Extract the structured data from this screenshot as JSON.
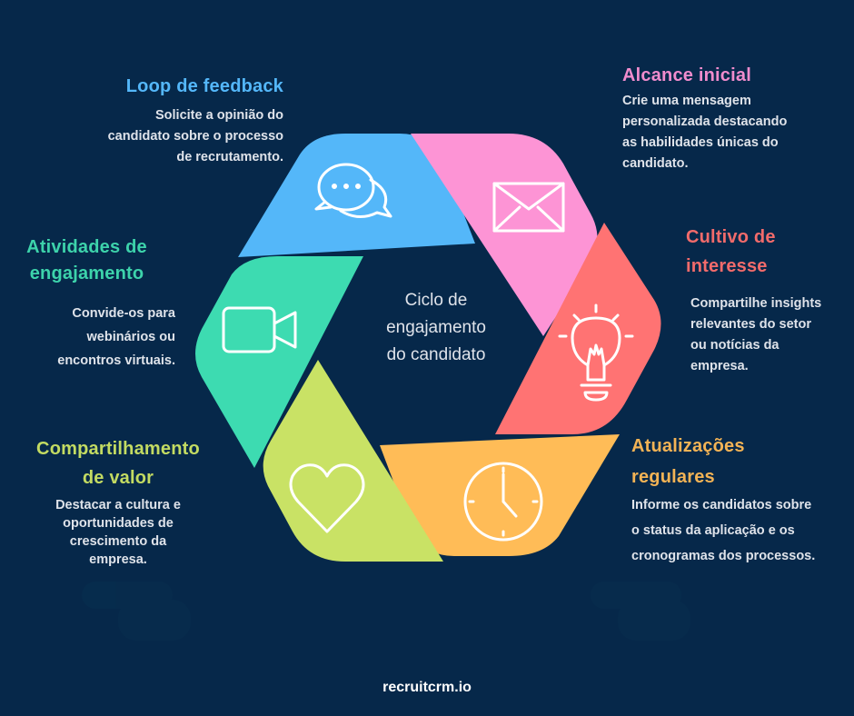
{
  "diagram": {
    "center_title": [
      "Ciclo de",
      "engajamento",
      "do candidato"
    ],
    "segments": [
      {
        "id": "loop-feedback",
        "title": [
          "Loop de feedback"
        ],
        "description": [
          "Solicite a opinião do",
          "candidato sobre o  processo",
          "de recrutamento."
        ],
        "color": "#54b7f9",
        "icon": "chat-bubbles-icon"
      },
      {
        "id": "alcance-inicial",
        "title": [
          "Alcance inicial"
        ],
        "description": [
          "Crie uma mensagem",
          "personalizada  destacando",
          "as habilidades únicas do",
          "candidato."
        ],
        "color": "#fd94d5",
        "title_color": "#f08ccd",
        "icon": "envelope-icon"
      },
      {
        "id": "cultivo-interesse",
        "title": [
          "Cultivo de",
          "interesse"
        ],
        "description": [
          "Compartilhe insights",
          "relevantes do setor",
          "ou notícias da",
          "empresa."
        ],
        "color": "#ff7373",
        "title_color": "#f26b6b",
        "icon": "lightbulb-icon"
      },
      {
        "id": "atualizacoes-regulares",
        "title": [
          "Atualizações",
          "regulares"
        ],
        "description": [
          "Informe os candidatos sobre",
          "o status da aplicação e os",
          "cronogramas dos processos."
        ],
        "color": "#ffbc57",
        "title_color": "#f3b355",
        "icon": "clock-icon"
      },
      {
        "id": "compartilhamento-valor",
        "title": [
          "Compartilhamento",
          "de valor"
        ],
        "description": [
          "Destacar a cultura e",
          "oportunidades de",
          "crescimento da",
          "empresa."
        ],
        "color": "#c9e265",
        "title_color": "#c3db62",
        "icon": "heart-icon"
      },
      {
        "id": "atividades-engajamento",
        "title": [
          "Atividades de",
          "engajamento"
        ],
        "description": [
          "Convide-os para",
          "webinários ou",
          "encontros virtuais."
        ],
        "color": "#3ddbb1",
        "title_color": "#3dd3ab",
        "icon": "video-camera-icon"
      }
    ]
  },
  "footer": {
    "brand": "recruitcrm.io"
  },
  "colors": {
    "background": "#06284a",
    "text_light": "#dfe3ea",
    "icon_stroke": "#ffffff"
  }
}
